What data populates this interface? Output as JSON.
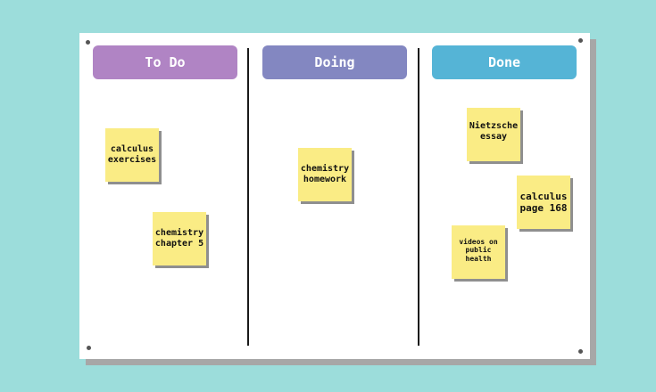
{
  "colors": {
    "background": "#9cdddb",
    "todo_header": "#b084c4",
    "doing_header": "#8387c1",
    "done_header": "#55b4d6",
    "sticky_note": "#faec85"
  },
  "columns": [
    {
      "title": "To Do"
    },
    {
      "title": "Doing"
    },
    {
      "title": "Done"
    }
  ],
  "notes": {
    "todo_1": "calculus exercises",
    "todo_2": "chemistry chapter 5",
    "doing_1": "chemistry homework",
    "done_1": "Nietzsche essay",
    "done_2": "calculus page 168",
    "done_3": "videos on public health"
  }
}
